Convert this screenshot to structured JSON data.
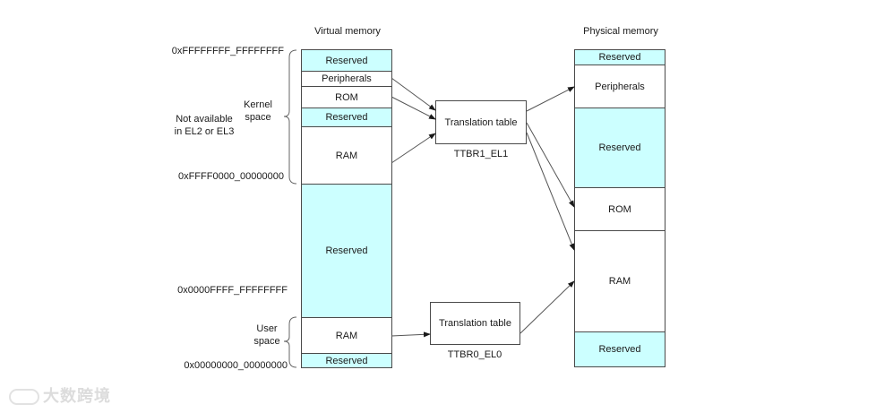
{
  "titles": {
    "virtual": "Virtual memory",
    "physical": "Physical memory"
  },
  "addresses": {
    "top": "0xFFFFFFFF_FFFFFFFF",
    "kernel_base": "0xFFFF0000_00000000",
    "user_top": "0x0000FFFF_FFFFFFFF",
    "bottom": "0x00000000_00000000"
  },
  "side_labels": {
    "kernel_space": [
      "Kernel",
      "space"
    ],
    "not_available": [
      "Not available",
      "in EL2 or EL3"
    ],
    "user_space": [
      "User",
      "space"
    ]
  },
  "virtual_blocks": [
    {
      "label": "Reserved",
      "type": "reserved"
    },
    {
      "label": "Peripherals",
      "type": "mapped"
    },
    {
      "label": "ROM",
      "type": "mapped"
    },
    {
      "label": "Reserved",
      "type": "reserved"
    },
    {
      "label": "RAM",
      "type": "mapped"
    },
    {
      "label": "Reserved",
      "type": "reserved"
    },
    {
      "label": "RAM",
      "type": "mapped"
    },
    {
      "label": "Reserved",
      "type": "reserved"
    }
  ],
  "physical_blocks": [
    {
      "label": "Reserved",
      "type": "reserved"
    },
    {
      "label": "Peripherals",
      "type": "mapped"
    },
    {
      "label": "Reserved",
      "type": "reserved"
    },
    {
      "label": "ROM",
      "type": "mapped"
    },
    {
      "label": "RAM",
      "type": "mapped"
    },
    {
      "label": "Reserved",
      "type": "reserved"
    }
  ],
  "translation_tables": [
    {
      "label": "Translation table",
      "register": "TTBR1_EL1"
    },
    {
      "label": "Translation table",
      "register": "TTBR0_EL0"
    }
  ],
  "mappings": [
    {
      "from": "Virtual Peripherals",
      "via": "TTBR1_EL1",
      "to": "Physical Peripherals"
    },
    {
      "from": "Virtual ROM",
      "via": "TTBR1_EL1",
      "to": "Physical ROM"
    },
    {
      "from": "Virtual RAM (kernel)",
      "via": "TTBR1_EL1",
      "to": "Physical RAM"
    },
    {
      "from": "Virtual RAM (user)",
      "via": "TTBR0_EL0",
      "to": "Physical RAM"
    }
  ],
  "colors": {
    "reserved_fill": "#ccffff",
    "mapped_fill": "#ffffff",
    "line": "#4a4a4a"
  },
  "watermark": "大数跨境"
}
